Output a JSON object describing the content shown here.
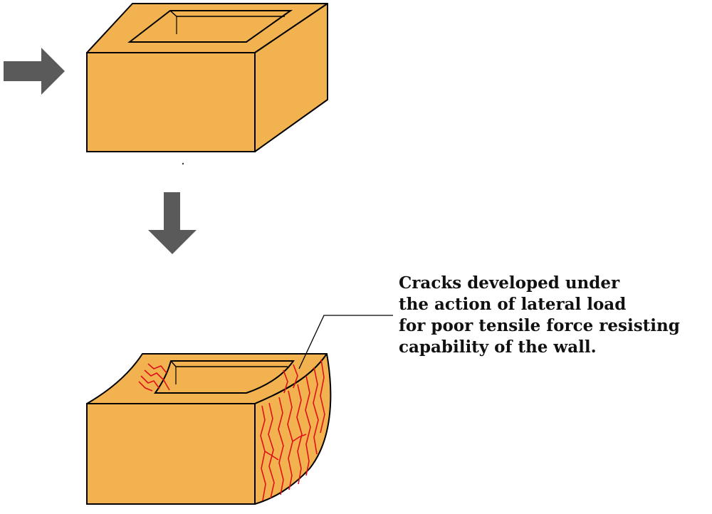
{
  "annotation": {
    "lines": [
      "Cracks developed under",
      "the action of lateral load",
      "for poor tensile force resisting",
      "capability of the wall."
    ]
  },
  "colors": {
    "box_fill": "#F2B24F",
    "outline": "#000000",
    "arrow": "#5A5A5A",
    "crack": "#E0101A",
    "background": "#FFFFFF"
  },
  "icons": {
    "lateral_load": "arrow-right-icon",
    "transition": "arrow-down-icon"
  }
}
